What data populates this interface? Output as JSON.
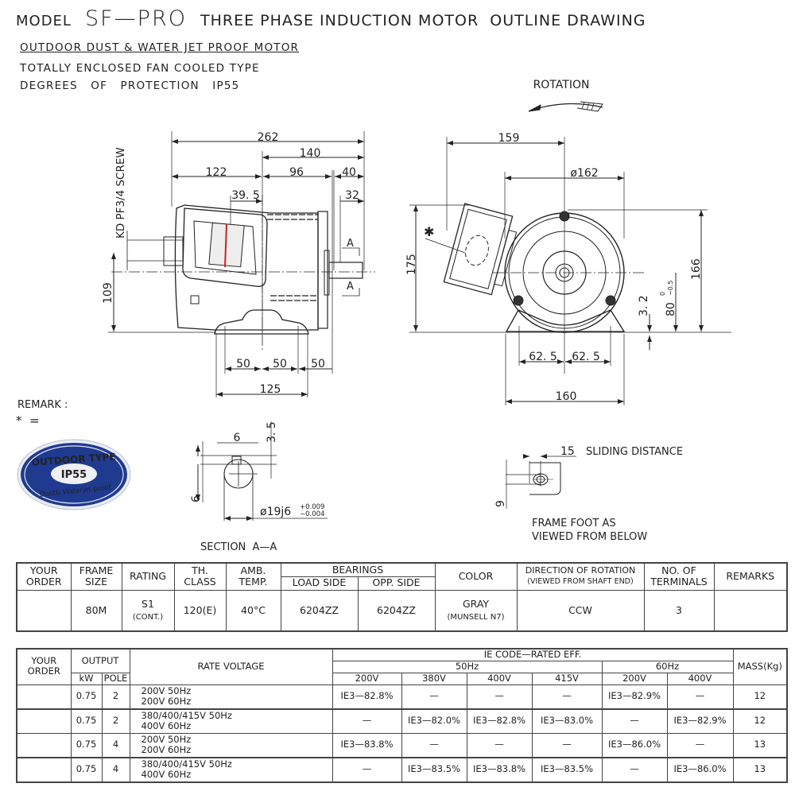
{
  "header": {
    "model_label": "MODEL",
    "model": "SF—PRO",
    "title": "THREE PHASE INDUCTION MOTOR  OUTLINE DRAWING",
    "subtitle": "OUTDOOR DUST & WATER JET PROOF MOTOR",
    "type": "TOTALLY ENCLOSED FAN COOLED TYPE",
    "protection": "DEGREES   OF   PROTECTION   IP55"
  },
  "side_view": {
    "screw_label": "KD PF3/4 SCREW",
    "dims": {
      "overall": "262",
      "d140": "140",
      "d122": "122",
      "d96": "96",
      "d40": "40",
      "d39_5": "39. 5",
      "d32": "32",
      "d109": "109",
      "d50a": "50",
      "d50b": "50",
      "d50c": "50",
      "d125": "125"
    },
    "section_mark": "A"
  },
  "front_view": {
    "rotation_label": "ROTATION",
    "dims": {
      "d159": "159",
      "d162": "ø162",
      "d175": "175",
      "d166": "166",
      "d3_2": "3. 2",
      "d80": "80",
      "d80_tol_upper": "0",
      "d80_tol_lower": "−0.5",
      "d62_5a": "62. 5",
      "d62_5b": "62. 5",
      "d160": "160"
    },
    "asterisk": "✱"
  },
  "remark": {
    "label": "REMARK :",
    "asterisk_eq": "*  =",
    "badge": {
      "top": "OUTDOOR TYPE",
      "center": "IP55",
      "bottom": "Dust& Waterjet proof",
      "color": "#1f3a8f"
    }
  },
  "section_aa": {
    "title": "SECTION  A—A",
    "key_width": "6",
    "key_depth": "3. 5",
    "height": "6",
    "shaft": "ø19j6",
    "tol_upper": "+0.009",
    "tol_lower": "−0.004"
  },
  "sliding": {
    "distance": "15",
    "distance_label": "SLIDING DISTANCE",
    "slot": "9",
    "caption_1": "FRAME FOOT AS",
    "caption_2": "VIEWED FROM BELOW"
  },
  "spec_table": {
    "headers": {
      "your_order": [
        "YOUR",
        "ORDER"
      ],
      "frame_size": [
        "FRAME",
        "SIZE"
      ],
      "rating": "RATING",
      "th_class": [
        "TH.",
        "CLASS"
      ],
      "amb_temp": [
        "AMB.",
        "TEMP."
      ],
      "bearings": "BEARINGS",
      "load_side": "LOAD SIDE",
      "opp_side": "OPP. SIDE",
      "color": "COLOR",
      "direction": [
        "DIRECTION OF ROTATION",
        "(VIEWED FROM SHAFT END)"
      ],
      "terminals": [
        "NO. OF",
        "TERMINALS"
      ],
      "remarks": "REMARKS"
    },
    "row": {
      "your_order": "",
      "frame_size": "80M",
      "rating": "S1",
      "rating_sub": "(CONT.)",
      "th_class": "120(E)",
      "amb_temp": "40°C",
      "load_side": "6204ZZ",
      "opp_side": "6204ZZ",
      "color": "GRAY",
      "color_sub": "(MUNSELL N7)",
      "direction": "CCW",
      "terminals": "3",
      "remarks": ""
    }
  },
  "eff_table": {
    "headers": {
      "your_order": [
        "YOUR",
        "ORDER"
      ],
      "output": "OUTPUT",
      "kw": "kW",
      "pole": "POLE",
      "rate_voltage": "RATE VOLTAGE",
      "ie": "IE CODE—RATED EFF.",
      "hz50": "50Hz",
      "hz60": "60Hz",
      "v50": [
        "200V",
        "380V",
        "400V",
        "415V"
      ],
      "v60": [
        "200V",
        "400V"
      ],
      "mass": "MASS(Kg)"
    },
    "rows": [
      {
        "kw": "0.75",
        "pole": "2",
        "voltage": [
          "200V 50Hz",
          "200V 60Hz"
        ],
        "eff": [
          "IE3—82.8%",
          "—",
          "—",
          "—",
          "IE3—82.9%",
          "—"
        ],
        "mass": "12"
      },
      {
        "kw": "0.75",
        "pole": "2",
        "voltage": [
          "380/400/415V 50Hz",
          "400V 60Hz"
        ],
        "eff": [
          "—",
          "IE3—82.0%",
          "IE3—82.8%",
          "IE3—83.0%",
          "—",
          "IE3—82.9%"
        ],
        "mass": "12"
      },
      {
        "kw": "0.75",
        "pole": "4",
        "voltage": [
          "200V 50Hz",
          "200V 60Hz"
        ],
        "eff": [
          "IE3—83.8%",
          "—",
          "—",
          "—",
          "IE3—86.0%",
          "—"
        ],
        "mass": "13"
      },
      {
        "kw": "0.75",
        "pole": "4",
        "voltage": [
          "380/400/415V 50Hz",
          "400V 60Hz"
        ],
        "eff": [
          "—",
          "IE3—83.5%",
          "IE3—83.8%",
          "IE3—83.5%",
          "—",
          "IE3—86.0%"
        ],
        "mass": "13"
      }
    ]
  }
}
